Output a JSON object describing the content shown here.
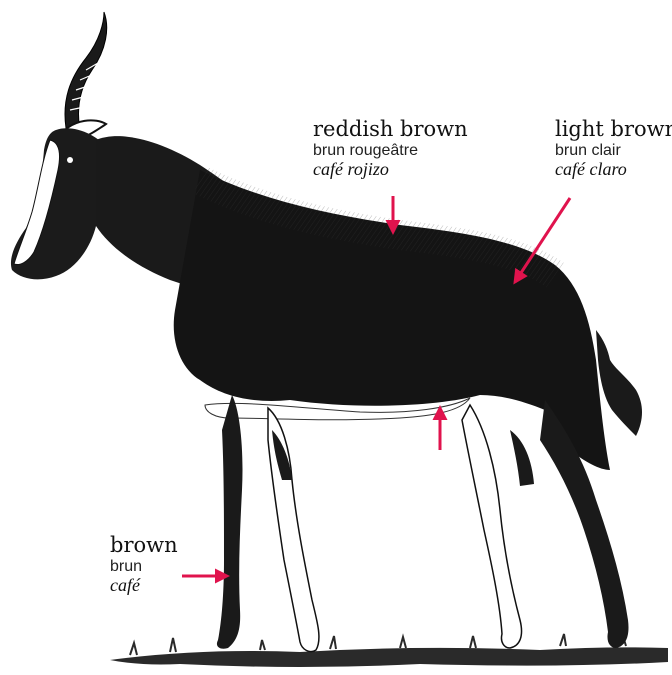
{
  "labels": [
    {
      "english": "reddish brown",
      "french": "brun rougeâtre",
      "spanish": "café rojizo"
    },
    {
      "english": "light brown",
      "french": "brun clair",
      "spanish": "café claro"
    },
    {
      "english": "brown",
      "french": "brun",
      "spanish": "café"
    }
  ],
  "colors": {
    "arrow": "#e0134d",
    "animal_dark": "#161616",
    "animal_white": "#ffffff",
    "ground": "#2a2a2a"
  },
  "icons": {
    "animal": "antelope-illustration",
    "arrow": "pointer-arrow"
  }
}
